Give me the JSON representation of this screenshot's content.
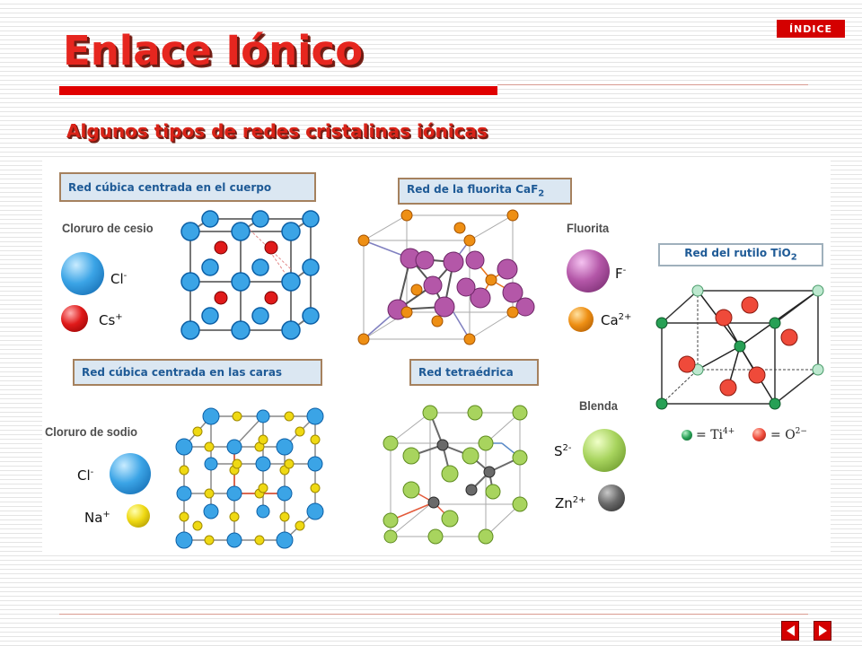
{
  "index_button": "ÍNDICE",
  "title": "Enlace Iónico",
  "subtitle": "Algunos tipos de redes cristalinas iónicas",
  "panels": {
    "bcc": {
      "tag": "Red cúbica centrada en el cuerpo",
      "compound": "Cloruro de cesio",
      "ion1": "Cl",
      "ion1_charge": "-",
      "ion2": "Cs",
      "ion2_charge": "+"
    },
    "fluorite": {
      "tag_main": "Red de la fluorita CaF",
      "tag_sub": "2",
      "compound": "Fluorita",
      "ion1": "F",
      "ion1_charge": "-",
      "ion2": "Ca",
      "ion2_charge": "2+"
    },
    "fcc": {
      "tag": "Red cúbica centrada en las caras",
      "compound": "Cloruro de sodio",
      "ion1": "Cl",
      "ion1_charge": "-",
      "ion2": "Na",
      "ion2_charge": "+"
    },
    "tetra": {
      "tag": "Red tetraédrica",
      "compound": "Blenda",
      "ion1": "S",
      "ion1_charge": "2-",
      "ion2": "Zn",
      "ion2_charge": "2+"
    },
    "rutile": {
      "tag_main": "Red del rutilo TiO",
      "tag_sub": "2",
      "legend1_ion": "Ti",
      "legend1_charge": "4+",
      "legend2_ion": "O",
      "legend2_charge": "2−"
    }
  },
  "colors": {
    "accent_red": "#e00000",
    "title_red": "#e6261f",
    "tag_text": "#1e5a96",
    "tag_bg": "#dbe7f2",
    "tag_border": "#a5815e"
  },
  "nav": {
    "prev_icon": "arrow-left-icon",
    "next_icon": "arrow-right-icon"
  }
}
